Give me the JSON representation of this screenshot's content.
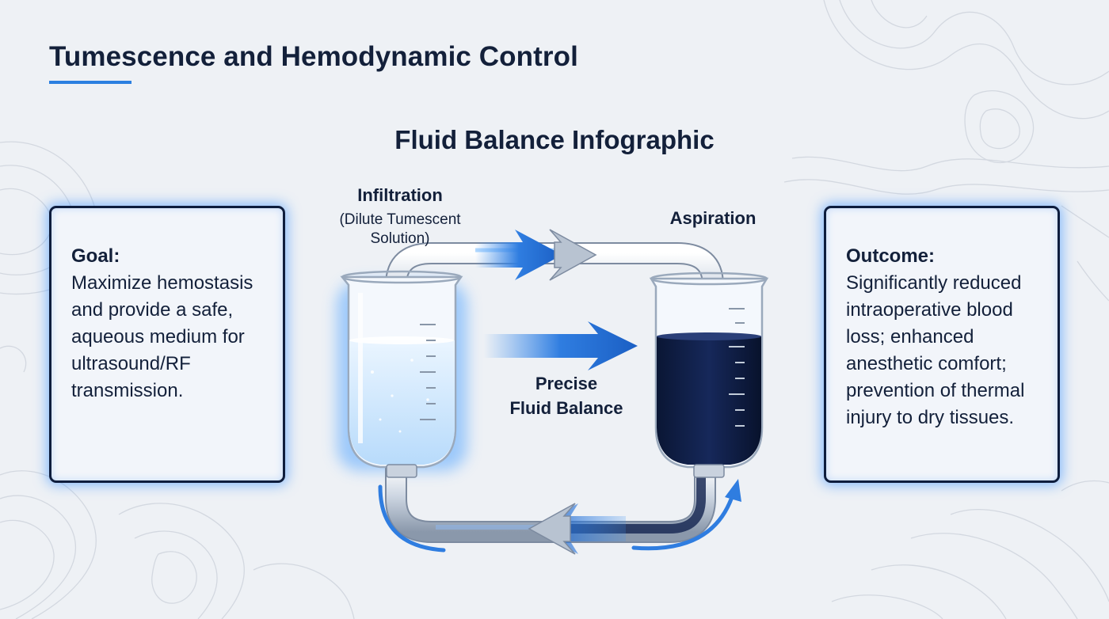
{
  "header": {
    "title": "Tumescence and Hemodynamic Control"
  },
  "infographic": {
    "title": "Fluid Balance Infographic",
    "infiltration_label": "Infiltration",
    "infiltration_sublabel": "(Dilute Tumescent Solution)",
    "aspiration_label": "Aspiration",
    "balance_label_line1": "Precise",
    "balance_label_line2": "Fluid Balance"
  },
  "goal": {
    "heading": "Goal:",
    "body": "Maximize hemostasis and provide a safe, aqueous medium for ultrasound/RF transmission."
  },
  "outcome": {
    "heading": "Outcome:",
    "body": "Significantly reduced intraoperative blood loss; enhanced anesthetic comfort; prevention of thermal injury to dry tissues."
  },
  "colors": {
    "title_text": "#13203a",
    "accent_blue": "#2b7fe0",
    "box_border": "#0e1d3d",
    "glow_blue": "#3a8cff",
    "dark_fluid": "#0d1a3d",
    "light_fluid": "#cfe6fb"
  },
  "icons": {
    "arrows": "chevron-arrow-icon",
    "containers": "beaker-icon"
  }
}
